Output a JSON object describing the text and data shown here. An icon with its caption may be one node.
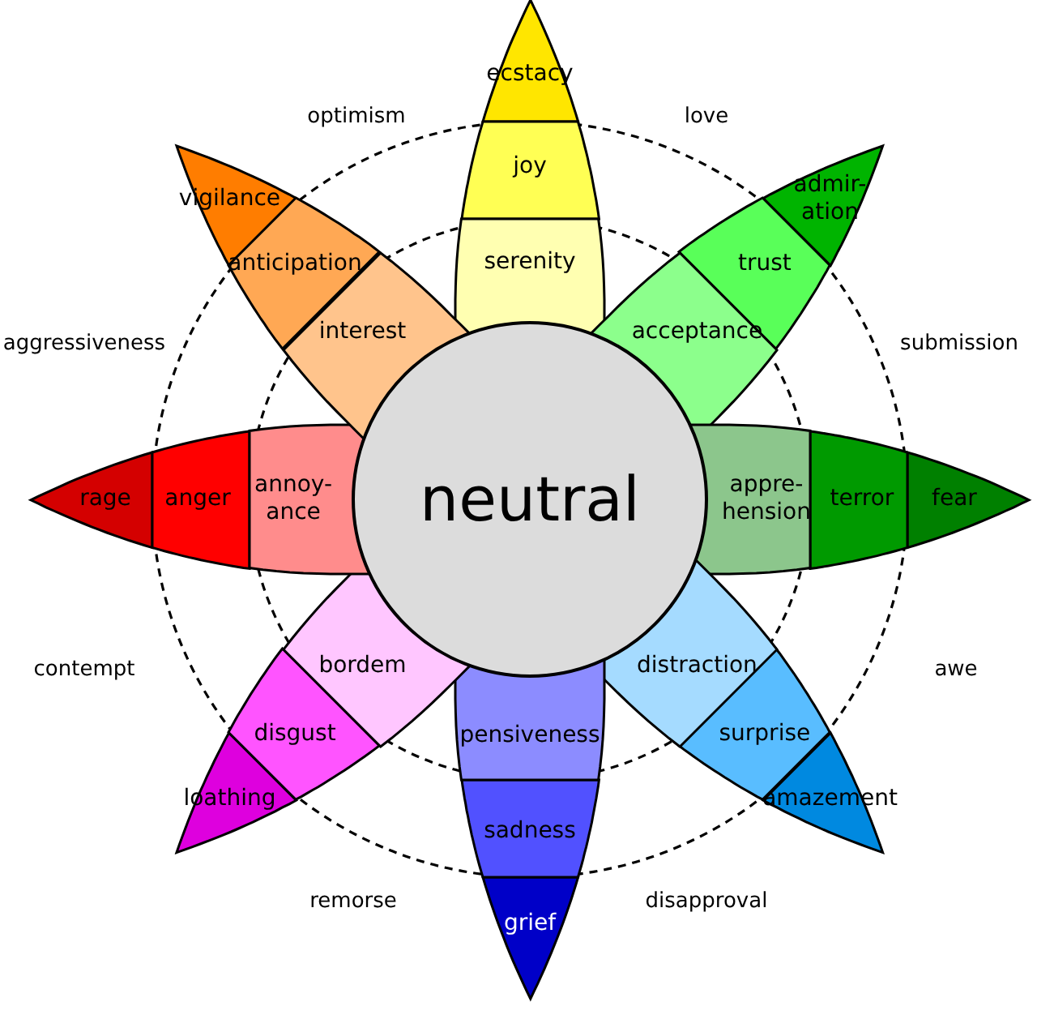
{
  "diagram": {
    "nodes": [
      {
        "text": [
          "neutral"
        ]
      },
      {
        "text": [
          "ecstacy"
        ]
      },
      {
        "text": [
          "joy"
        ]
      },
      {
        "text": [
          "serenity"
        ]
      },
      {
        "text": [
          "admir-ation"
        ]
      },
      {
        "text": [
          "trust"
        ]
      },
      {
        "text": [
          "acceptance"
        ]
      },
      {
        "text": [
          "fear"
        ]
      },
      {
        "text": [
          "terror"
        ]
      },
      {
        "text": [
          "appre-hension"
        ]
      },
      {
        "text": [
          "amazement"
        ]
      },
      {
        "text": [
          "surprise"
        ]
      },
      {
        "text": [
          "distraction"
        ]
      },
      {
        "text": [
          "grief"
        ]
      },
      {
        "text": [
          "sadness"
        ]
      },
      {
        "text": [
          "pensiveness"
        ]
      },
      {
        "text": [
          "loathing"
        ]
      },
      {
        "text": [
          "disgust"
        ]
      },
      {
        "text": [
          "bordem"
        ]
      },
      {
        "text": [
          "rage"
        ]
      },
      {
        "text": [
          "anger"
        ]
      },
      {
        "text": [
          "annoy-ance"
        ]
      },
      {
        "text": [
          "vigilance"
        ]
      },
      {
        "text": [
          "anticipation"
        ]
      },
      {
        "text": [
          "interest"
        ]
      }
    ],
    "labels": [
      "optimism",
      "love",
      "aggressiveness",
      "submission",
      "contempt",
      "awe",
      "remorse",
      "disapproval"
    ]
  }
}
